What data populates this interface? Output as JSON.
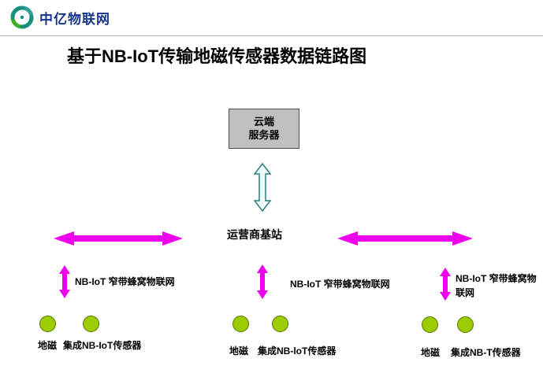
{
  "header": {
    "logo_text": "中亿物联网"
  },
  "title": "基于NB-IoT传输地磁传感器数据链路图",
  "diagram": {
    "cloud_server": {
      "line1": "云端",
      "line2": "服务器"
    },
    "base_station": "运营商基站",
    "branches": [
      {
        "network": "NB-IoT 窄带蜂窝物联网",
        "geo": "地磁",
        "sensor": "集成NB-IoT传感器"
      },
      {
        "network": "NB-IoT 窄带蜂窝物联网",
        "geo": "地磁",
        "sensor": "集成NB-loT传感器"
      },
      {
        "network": "NB-IoT 窄带蜂窝物联网",
        "geo": "地磁",
        "sensor": "集成NB-T传感器"
      }
    ]
  },
  "colors": {
    "arrow_magenta": "#ee00ee",
    "center_arrow_fill": "#effbfb",
    "center_arrow_outline": "#2d7d7d",
    "sensor_green": "#9bcb00",
    "sensor_green_border": "#567800",
    "server_gray": "#c0c0c0",
    "logo_blue": "#16348c",
    "logo_green": "#3fae2a",
    "logo_teal": "#0f8b8b"
  }
}
